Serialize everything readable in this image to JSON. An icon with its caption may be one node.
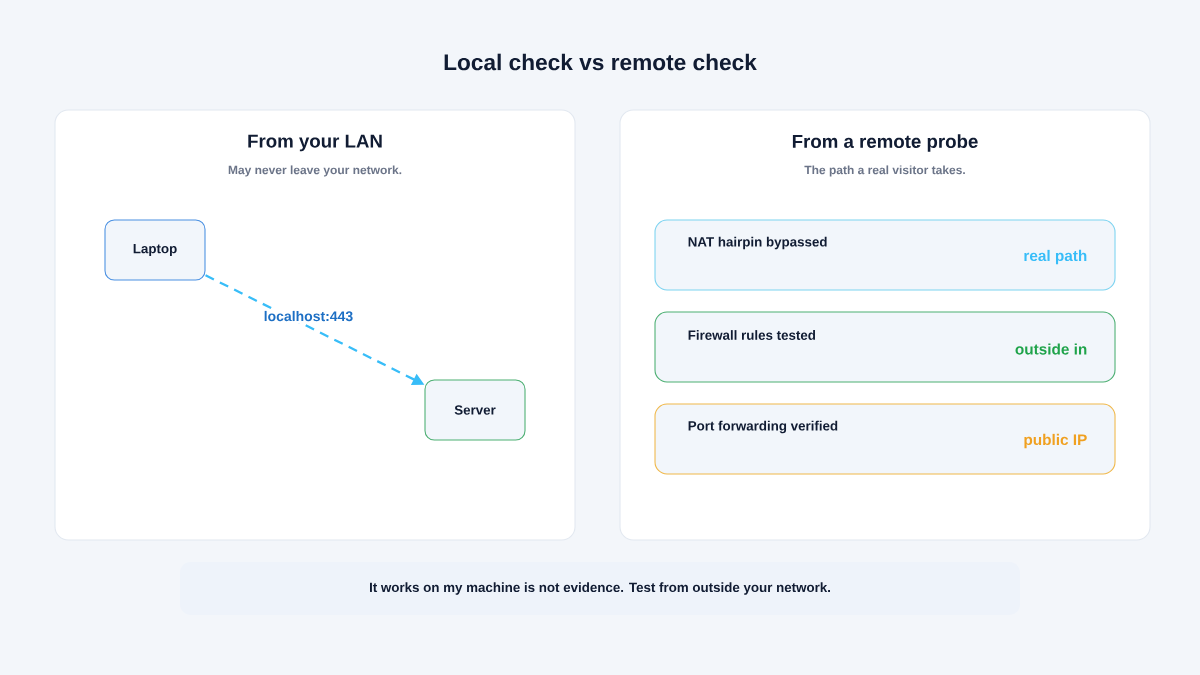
{
  "diagram": {
    "title": "Local check vs remote check",
    "nodes": [
      {
        "text": [
          "From your LAN",
          "May never leave your network."
        ]
      },
      {
        "text": [
          "Laptop"
        ],
        "in": 0
      },
      {
        "text": [
          "Server"
        ],
        "in": 0
      },
      {
        "text": [
          "From a remote probe",
          "The path a real visitor takes."
        ]
      },
      {
        "text": [
          "NAT hairpin bypassed",
          "real path"
        ],
        "in": 3
      },
      {
        "text": [
          "Firewall rules tested",
          "outside in"
        ],
        "in": 3
      },
      {
        "text": [
          "Port forwarding verified",
          "public IP"
        ],
        "in": 3
      },
      {
        "text": [
          "It works on my machine is not evidence. Test from outside your network."
        ]
      }
    ],
    "edges": [
      {
        "from": 1,
        "to": 2,
        "arrow": "to",
        "label": "localhost:443",
        "style": "dashed"
      }
    ]
  }
}
